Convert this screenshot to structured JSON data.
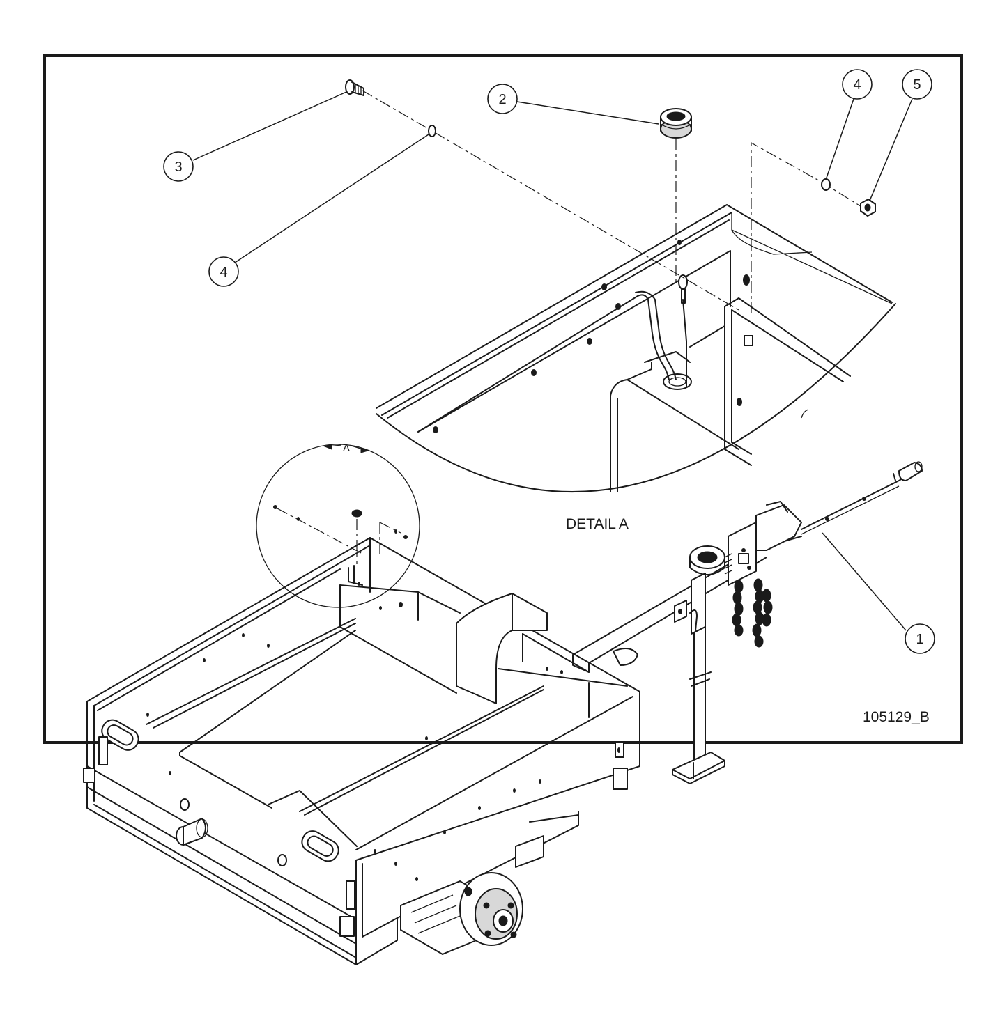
{
  "drawing_number": "105129_B",
  "detail_caption": "DETAIL A",
  "detail_reference_letter": "A",
  "balloons": [
    {
      "id": "balloon-1",
      "label": "1",
      "part": "wiring harness"
    },
    {
      "id": "balloon-2",
      "label": "2",
      "part": "grommet"
    },
    {
      "id": "balloon-3",
      "label": "3",
      "part": "bolt"
    },
    {
      "id": "balloon-4a",
      "label": "4",
      "part": "washer"
    },
    {
      "id": "balloon-4b",
      "label": "4",
      "part": "washer"
    },
    {
      "id": "balloon-5",
      "label": "5",
      "part": "nut"
    }
  ]
}
